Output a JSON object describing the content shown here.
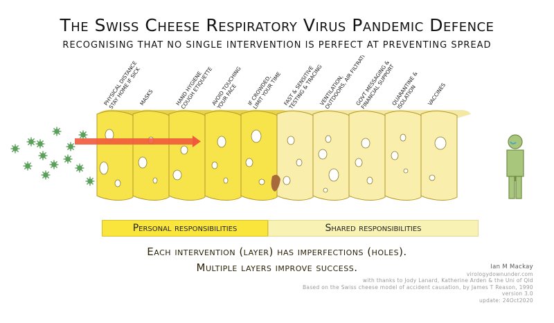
{
  "title": "The Swiss Cheese Respiratory Virus Pandemic Defence",
  "subtitle": "recognising that no single intervention is perfect at preventing spread",
  "layers": [
    {
      "label_lines": [
        "Physical distance",
        "stay home if sick"
      ],
      "group": "personal"
    },
    {
      "label_lines": [
        "Masks"
      ],
      "group": "personal"
    },
    {
      "label_lines": [
        "Hand hygiene",
        "cough etiquette"
      ],
      "group": "personal"
    },
    {
      "label_lines": [
        "Avoid touching",
        "your face"
      ],
      "group": "personal"
    },
    {
      "label_lines": [
        "If crowded,",
        "limit your time"
      ],
      "group": "personal"
    },
    {
      "label_lines": [
        "Fast & sensitive",
        "testing & tracing"
      ],
      "group": "shared"
    },
    {
      "label_lines": [
        "Ventilation,",
        "outdoors, air filtration"
      ],
      "group": "shared"
    },
    {
      "label_lines": [
        "Govt messaging &",
        "financial support"
      ],
      "group": "shared"
    },
    {
      "label_lines": [
        "Quarantine &",
        "isolation"
      ],
      "group": "shared"
    },
    {
      "label_lines": [
        "Vaccines"
      ],
      "group": "shared"
    }
  ],
  "banners": {
    "personal": "Personal responsibilities",
    "shared": "Shared responsibilities"
  },
  "message_line1": "Each intervention (layer) has imperfections (holes).",
  "message_line2": "Multiple layers improve success.",
  "credits": {
    "author": "Ian M Mackay",
    "site": "virologydownunder.com",
    "thanks": "with thanks to Jody Lanard, Katherine Arden & the Uni of Qld",
    "basis": "Based on the Swiss cheese model of accident causation, by James T Reason, 1990",
    "version": "version 3.0",
    "update": "update: 24Oct2020"
  },
  "colors": {
    "personal_cheese": "#f7e34a",
    "shared_cheese": "#f9eeab",
    "virus": "#5aa05a",
    "arrow": "#f05a3c",
    "person": "#a9c77c",
    "mess": "#a86a3a"
  },
  "icons": [
    "virus-particle-icon",
    "penetration-arrow-icon",
    "person-icon",
    "virus-mess-icon"
  ]
}
